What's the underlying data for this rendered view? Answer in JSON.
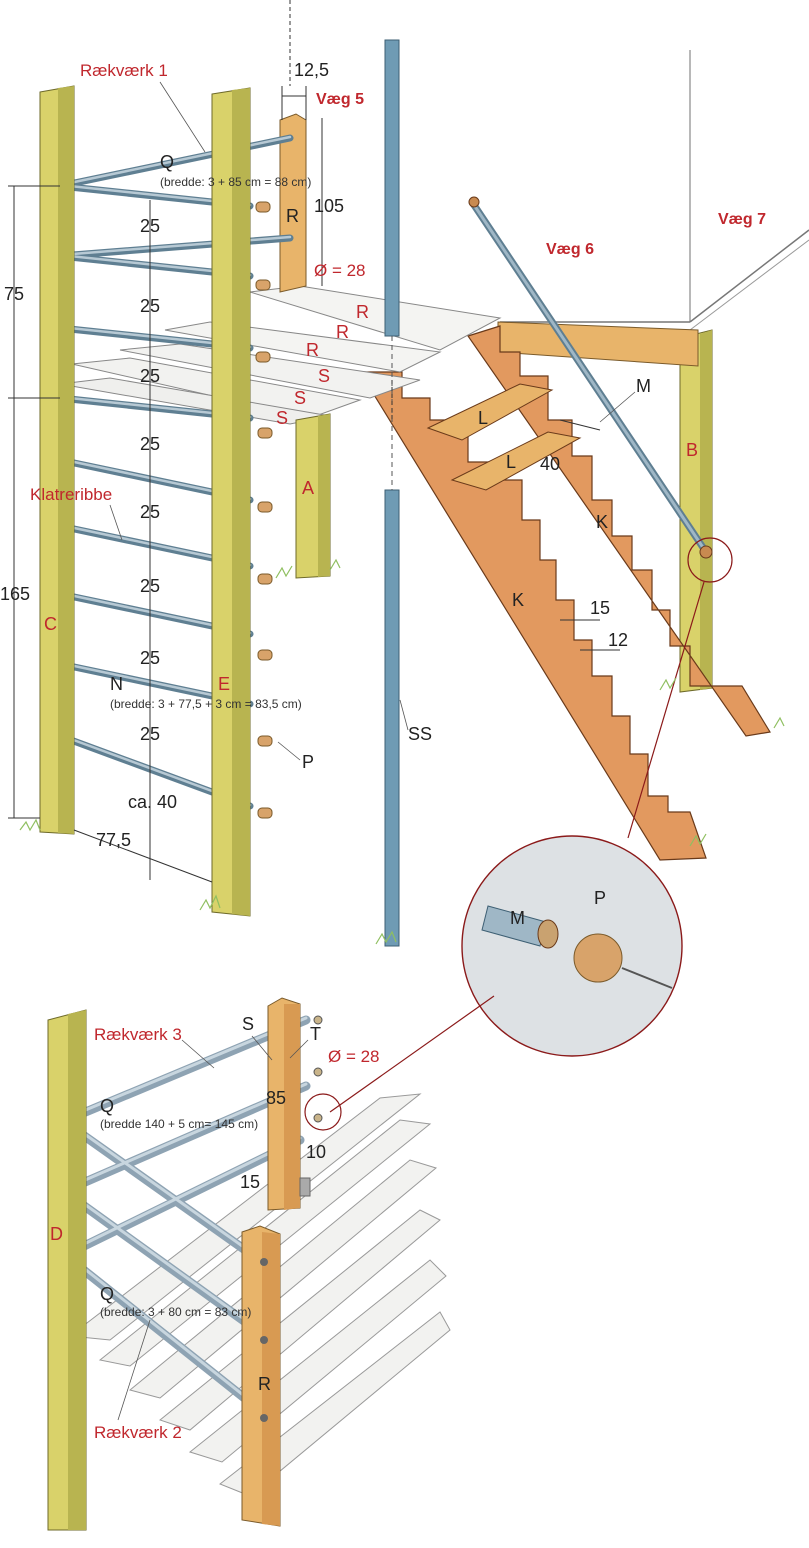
{
  "walls": {
    "v5": "Væg 5",
    "v6": "Væg 6",
    "v7": "Væg 7"
  },
  "railings": {
    "r1": "Rækværk 1",
    "r2": "Rækværk 2",
    "r3": "Rækværk 3",
    "klatreribbe": "Klatreribbe"
  },
  "widths": {
    "q_top": "(bredde: 3 + 85 cm = 88 cm)",
    "n": "(bredde: 3 + 77,5 + 3 cm = 83,5 cm)",
    "q_r3": "(bredde 140 + 5 cm= 145 cm)",
    "q_r2": "(bredde: 3 + 80 cm = 83 cm)"
  },
  "dims": {
    "d12_5": "12,5",
    "d105": "105",
    "dia_top": "Ø = 28",
    "d75": "75",
    "d165": "165",
    "rung_spacing": [
      "25",
      "25",
      "25",
      "25",
      "25",
      "25",
      "25",
      "25"
    ],
    "ca40": "ca. 40",
    "d77_5": "77,5",
    "d40": "40",
    "d15": "15",
    "d12": "12",
    "dia_bottom": "Ø = 28",
    "d85": "85",
    "d10": "10",
    "d15b": "15"
  },
  "letters": {
    "Q": "Q",
    "R_post": "R",
    "A": "A",
    "B": "B",
    "C": "C",
    "E": "E",
    "N": "N",
    "P": "P",
    "SS": "SS",
    "M": "M",
    "L1": "L",
    "L2": "L",
    "K1": "K",
    "K2": "K",
    "R1": "R",
    "R2": "R",
    "R3": "R",
    "S1": "S",
    "S2": "S",
    "S3": "S",
    "zoom_M": "M",
    "zoom_P": "P",
    "S_b": "S",
    "T_b": "T",
    "Q_r3": "Q",
    "D": "D",
    "Q_r2": "Q",
    "R_b": "R"
  },
  "colors": {
    "wood_light": "#d9d26a",
    "wood_post": "#c9c55a",
    "wood_orange": "#e2995f",
    "wood_tan": "#e8b46a",
    "metal": "#8ea3b3",
    "pole_blue": "#6f9bb4",
    "label_red": "#c0272d"
  }
}
